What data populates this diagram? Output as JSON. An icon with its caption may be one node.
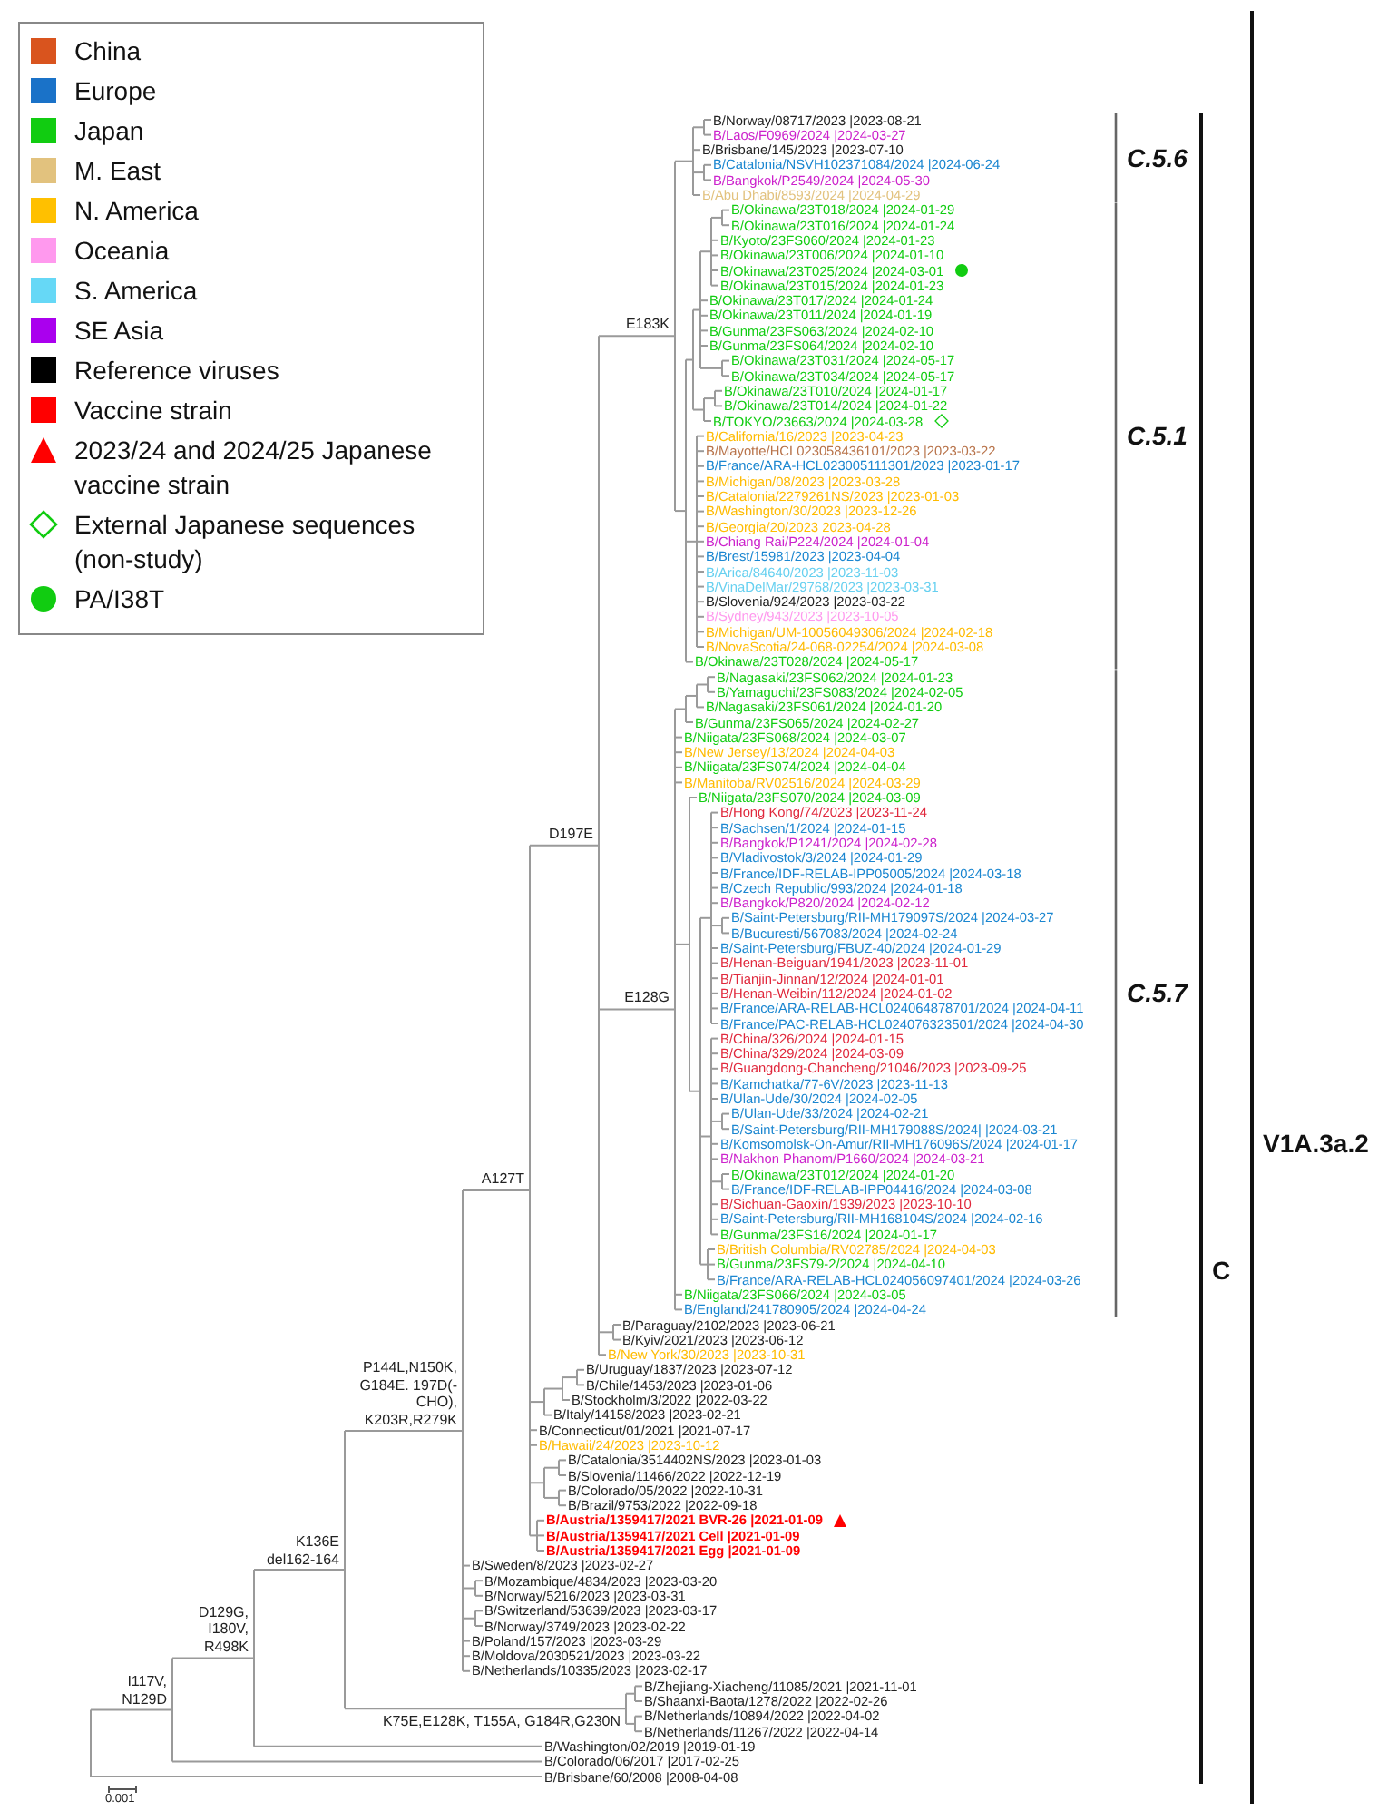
{
  "diagram": {
    "labels": [
      "B/Norway/08717/2023 |2023-08-21",
      "B/Laos/F0969/2024 |2024-03-27",
      "B/Brisbane/145/2023 |2023-07-10",
      "B/Catalonia/NSVH102371084/2024 |2024-06-24",
      "B/Bangkok/P2549/2024 |2024-05-30",
      "B/Abu Dhabi/8593/2024 |2024-04-29",
      "B/Okinawa/23T018/2024 |2024-01-29",
      "B/Okinawa/23T016/2024 |2024-01-24",
      "B/Kyoto/23FS060/2024 |2024-01-23",
      "B/Okinawa/23T006/2024 |2024-01-10",
      "B/Okinawa/23T025/2024 |2024-03-01",
      "B/Okinawa/23T015/2024 |2024-01-23",
      "B/Okinawa/23T017/2024 |2024-01-24",
      "B/Okinawa/23T011/2024 |2024-01-19",
      "B/Gunma/23FS063/2024 |2024-02-10",
      "B/Gunma/23FS064/2024 |2024-02-10",
      "B/Okinawa/23T031/2024 |2024-05-17",
      "B/Okinawa/23T034/2024 |2024-05-17",
      "B/Okinawa/23T010/2024 |2024-01-17",
      "B/Okinawa/23T014/2024 |2024-01-22",
      "B/TOKYO/23663/2024 |2024-03-28",
      "B/California/16/2023 |2023-04-23",
      "B/Mayotte/HCL023058436101/2023 |2023-03-22",
      "B/France/ARA-HCL023005111301/2023 |2023-01-17",
      "B/Michigan/08/2023 |2023-03-28",
      "B/Catalonia/2279261NS/2023 |2023-01-03",
      "B/Washington/30/2023 |2023-12-26",
      "B/Georgia/20/2023 2023-04-28",
      "B/Chiang Rai/P224/2024 |2024-01-04",
      "B/Brest/15981/2023 |2023-04-04",
      "B/Arica/84640/2023 |2023-11-03",
      "B/VinaDelMar/29768/2023 |2023-03-31",
      "B/Slovenia/924/2023 |2023-03-22",
      "B/Sydney/943/2023 |2023-10-05",
      "B/Michigan/UM-10056049306/2024 |2024-02-18",
      "B/NovaScotia/24-068-02254/2024 |2024-03-08",
      "B/Okinawa/23T028/2024 |2024-05-17",
      "B/Nagasaki/23FS062/2024 |2024-01-23",
      "B/Yamaguchi/23FS083/2024 |2024-02-05",
      "B/Nagasaki/23FS061/2024 |2024-01-20",
      "B/Gunma/23FS065/2024 |2024-02-27",
      "B/Niigata/23FS068/2024 |2024-03-07",
      "B/New Jersey/13/2024 |2024-04-03",
      "B/Niigata/23FS074/2024 |2024-04-04",
      "B/Manitoba/RV02516/2024 |2024-03-29",
      "B/Niigata/23FS070/2024 |2024-03-09",
      "B/Hong Kong/74/2023 |2023-11-24",
      "B/Sachsen/1/2024 |2024-01-15",
      "B/Bangkok/P1241/2024 |2024-02-28",
      "B/Vladivostok/3/2024 |2024-01-29",
      "B/France/IDF-RELAB-IPP05005/2024 |2024-03-18",
      "B/Czech Republic/993/2024 |2024-01-18",
      "B/Bangkok/P820/2024 |2024-02-12",
      "B/Saint-Petersburg/RII-MH179097S/2024 |2024-03-27",
      "B/Bucuresti/567083/2024 |2024-02-24",
      "B/Saint-Petersburg/FBUZ-40/2024 |2024-01-29",
      "B/Henan-Beiguan/1941/2023 |2023-11-01",
      "B/Tianjin-Jinnan/12/2024 |2024-01-01",
      "B/Henan-Weibin/112/2024 |2024-01-02",
      "B/France/ARA-RELAB-HCL024064878701/2024 |2024-04-11",
      "B/France/PAC-RELAB-HCL024076323501/2024 |2024-04-30",
      "B/China/326/2024 |2024-01-15",
      "B/China/329/2024 |2024-03-09",
      "B/Guangdong-Chancheng/21046/2023 |2023-09-25",
      "B/Kamchatka/77-6V/2023 |2023-11-13",
      "B/Ulan-Ude/30/2024 |2024-02-05",
      "B/Ulan-Ude/33/2024 |2024-02-21",
      "B/Saint-Petersburg/RII-MH179088S/2024| |2024-03-21",
      "B/Komsomolsk-On-Amur/RII-MH176096S/2024 |2024-01-17",
      "B/Nakhon Phanom/P1660/2024 |2024-03-21",
      "B/Okinawa/23T012/2024 |2024-01-20",
      "B/France/IDF-RELAB-IPP04416/2024 |2024-03-08",
      "B/Sichuan-Gaoxin/1939/2023 |2023-10-10",
      "B/Saint-Petersburg/RII-MH168104S/2024 |2024-02-16",
      "B/Gunma/23FS16/2024 |2024-01-17",
      "B/British Columbia/RV02785/2024 |2024-04-03",
      "B/Gunma/23FS79-2/2024 |2024-04-10",
      "B/France/ARA-RELAB-HCL024056097401/2024 |2024-03-26",
      "B/Niigata/23FS066/2024 |2024-03-05",
      "B/England/241780905/2024 |2024-04-24",
      "B/Paraguay/2102/2023 |2023-06-21",
      "B/Kyiv/2021/2023 |2023-06-12",
      "B/New York/30/2023 |2023-10-31",
      "B/Uruguay/1837/2023 |2023-07-12",
      "B/Chile/1453/2023 |2023-01-06",
      "B/Stockholm/3/2022 |2022-03-22",
      "B/Italy/14158/2023 |2023-02-21",
      "B/Connecticut/01/2021 |2021-07-17",
      "B/Hawaii/24/2023 |2023-10-12",
      "B/Catalonia/3514402NS/2023 |2023-01-03",
      "B/Slovenia/11466/2022 |2022-12-19",
      "B/Colorado/05/2022 |2022-10-31",
      "B/Brazil/9753/2022 |2022-09-18",
      "B/Austria/1359417/2021 BVR-26 |2021-01-09",
      "B/Austria/1359417/2021 Cell |2021-01-09",
      "B/Austria/1359417/2021 Egg |2021-01-09",
      "B/Sweden/8/2023 |2023-02-27",
      "B/Mozambique/4834/2023 |2023-03-20",
      "B/Norway/5216/2023 |2023-03-31",
      "B/Switzerland/53639/2023 |2023-03-17",
      "B/Norway/3749/2023 |2023-02-22",
      "B/Poland/157/2023 |2023-03-29",
      "B/Moldova/2030521/2023 |2023-03-22",
      "B/Netherlands/10335/2023 |2023-02-17",
      "B/Zhejiang-Xiacheng/11085/2021 |2021-11-01",
      "B/Shaanxi-Baota/1278/2022 |2022-02-26",
      "B/Netherlands/10894/2022 |2022-04-02",
      "B/Netherlands/11267/2022 |2022-04-14",
      "B/Washington/02/2019 |2019-01-19",
      "B/Colorado/06/2017 |2017-02-25",
      "B/Brisbane/60/2008 |2008-04-08",
      "E183K",
      "D197E",
      "E128G",
      "A127T",
      "P144L,N150K, G184E. 197D(-CHO), K203R,R279K",
      "K136E del162-164",
      "K75E,E128K, T155A, G184R,G230N",
      "D129G, I180V, R498K",
      "I117V, N129D",
      "C.5.6",
      "C.5.1",
      "C.5.7",
      "C",
      "V1A.3a.2",
      "0.001"
    ],
    "legend": [
      {
        "text": "China",
        "color": "#d9541e"
      },
      {
        "text": "Europe",
        "color": "#1a72c8"
      },
      {
        "text": "Japan",
        "color": "#11cc11"
      },
      {
        "text": "M. East",
        "color": "#e2c27e"
      },
      {
        "text": "N. America",
        "color": "#ffc000"
      },
      {
        "text": "Oceania",
        "color": "#ff99ee"
      },
      {
        "text": "S. America",
        "color": "#66d8f6"
      },
      {
        "text": "SE Asia",
        "color": "#aa00ee"
      },
      {
        "text": "Reference viruses",
        "color": "#000000"
      },
      {
        "text": "Vaccine strain",
        "color": "#ff0000"
      },
      {
        "text": "2023/24 and 2024/25 Japanese vaccine strain"
      },
      {
        "text": "External Japanese sequences (non-study)"
      },
      {
        "text": "PA/I38T"
      }
    ]
  }
}
